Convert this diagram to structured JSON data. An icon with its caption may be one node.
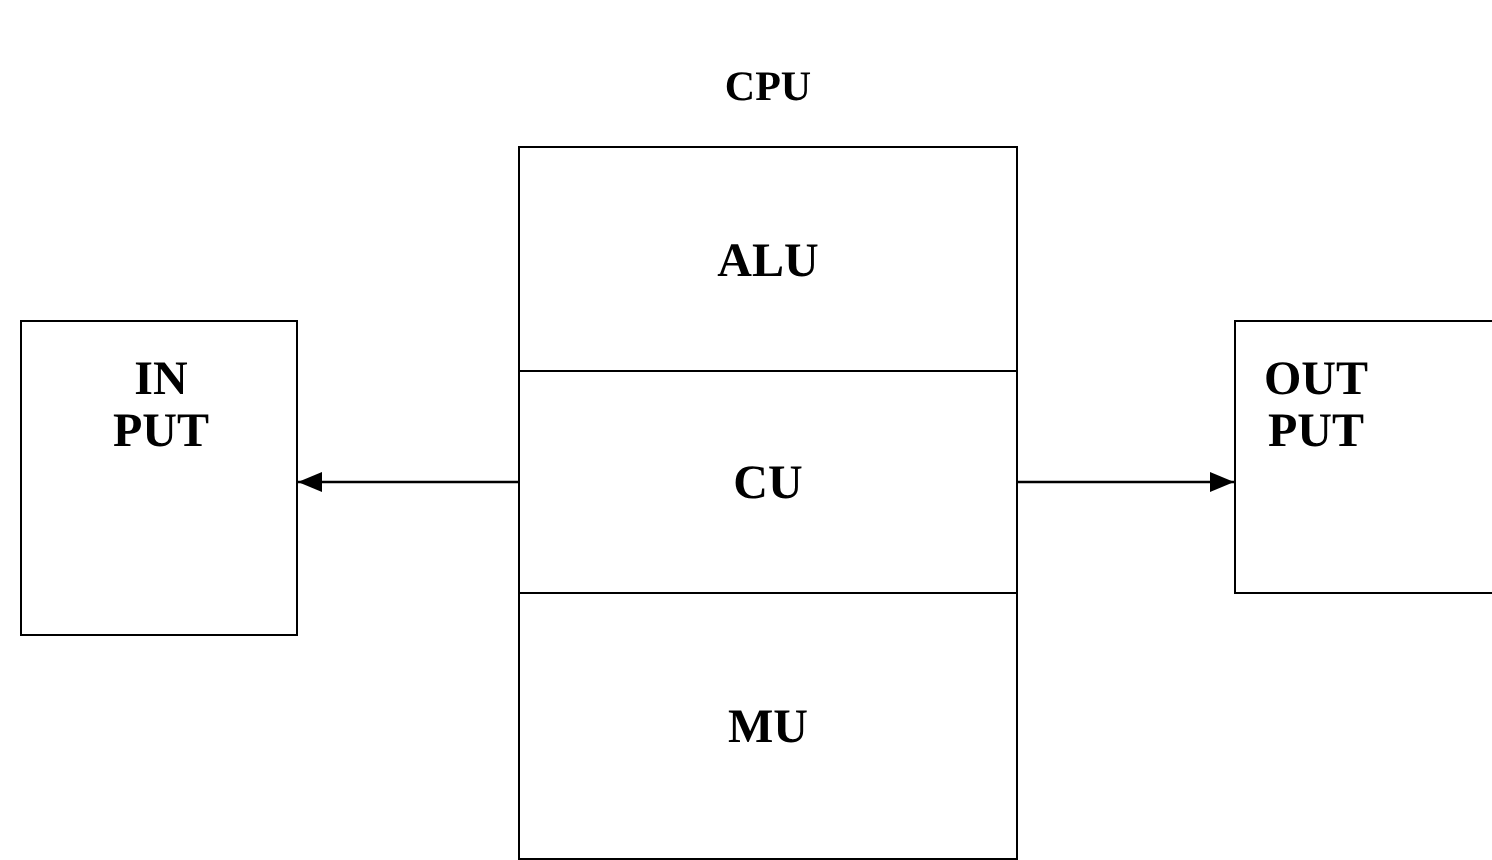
{
  "diagram": {
    "nodes": [
      {
        "text": [
          "CPU"
        ]
      },
      {
        "text": [
          "ALU"
        ],
        "in": 0
      },
      {
        "text": [
          "CU"
        ],
        "in": 0
      },
      {
        "text": [
          "MU"
        ],
        "in": 0
      },
      {
        "text": [
          "IN PUT"
        ]
      },
      {
        "text": [
          "OUT PUT"
        ]
      }
    ],
    "edges": [
      {
        "from": 2,
        "to": 4,
        "arrow": "to"
      },
      {
        "from": 2,
        "to": 5,
        "arrow": "to"
      }
    ]
  }
}
